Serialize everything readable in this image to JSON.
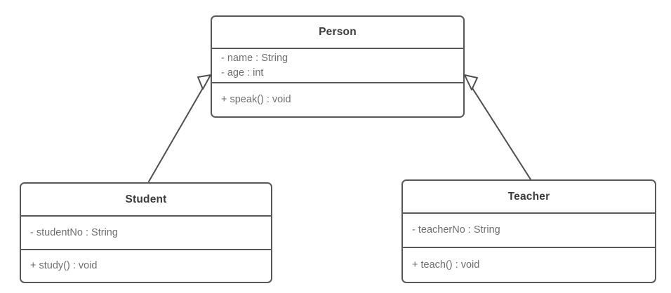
{
  "diagram": {
    "type": "uml-class-diagram",
    "background_color": "#ffffff",
    "border_color": "#585858",
    "title_text_color": "#3b3b3b",
    "member_text_color": "#6f6f6f",
    "connector_color": "#4f4f4f"
  },
  "classes": {
    "person": {
      "name": "Person",
      "attributes": [
        "- name : String",
        "- age : int"
      ],
      "operations": [
        "+ speak() : void"
      ]
    },
    "student": {
      "name": "Student",
      "attributes": [
        "- studentNo : String"
      ],
      "operations": [
        "+ study() : void"
      ]
    },
    "teacher": {
      "name": "Teacher",
      "attributes": [
        "- teacherNo : String"
      ],
      "operations": [
        "+ teach() : void"
      ]
    }
  },
  "relationships": [
    {
      "kind": "generalization",
      "from": "Student",
      "to": "Person",
      "arrow": "hollow-triangle"
    },
    {
      "kind": "generalization",
      "from": "Teacher",
      "to": "Person",
      "arrow": "hollow-triangle"
    }
  ]
}
